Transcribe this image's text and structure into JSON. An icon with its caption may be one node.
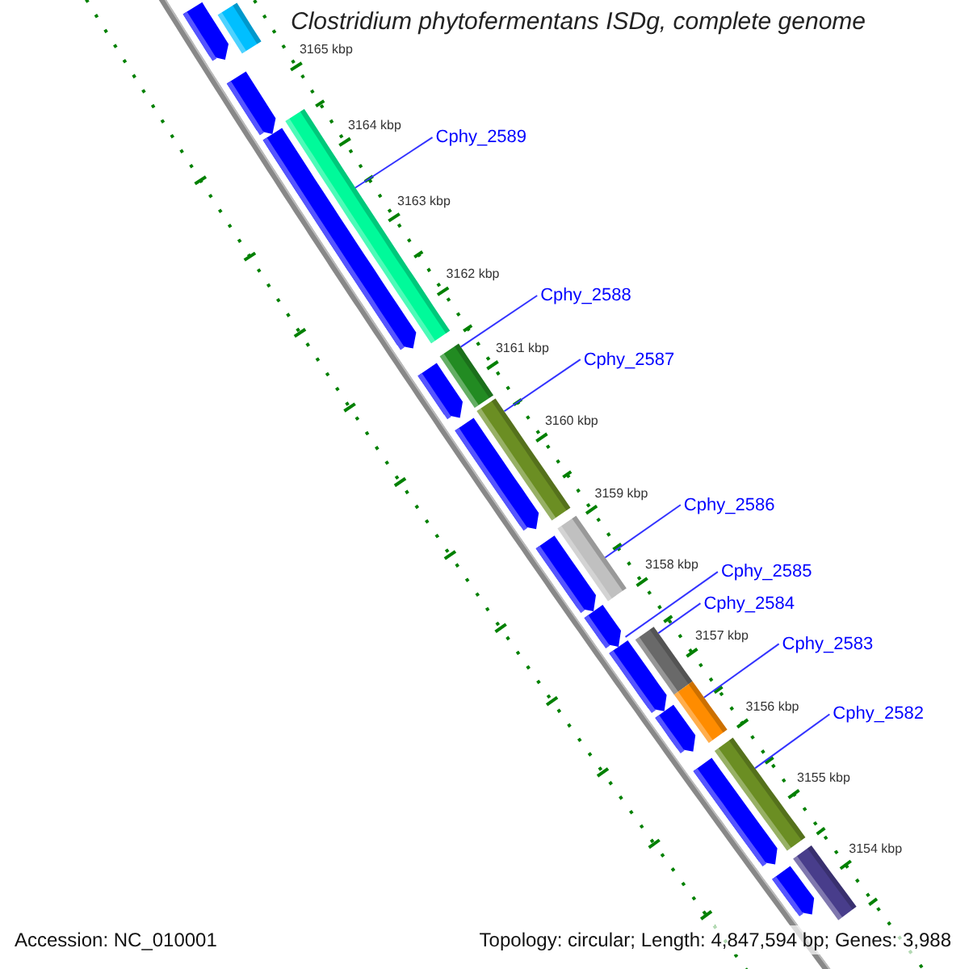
{
  "diagram": {
    "title": "Clostridium phytofermentans ISDg, complete genome",
    "nodes": [
      {
        "text": [
          "Cphy_2589"
        ]
      },
      {
        "text": [
          "Cphy_2588"
        ]
      },
      {
        "text": [
          "Cphy_2587"
        ]
      },
      {
        "text": [
          "Cphy_2586"
        ]
      },
      {
        "text": [
          "Cphy_2585"
        ]
      },
      {
        "text": [
          "Cphy_2584"
        ]
      },
      {
        "text": [
          "Cphy_2583"
        ]
      },
      {
        "text": [
          "Cphy_2582"
        ]
      },
      {
        "text": [],
        "shape": "bar"
      },
      {
        "text": [],
        "shape": "bar"
      },
      {
        "text": [],
        "shape": "bar"
      },
      {
        "text": [],
        "shape": "bar"
      },
      {
        "text": [],
        "shape": "bar"
      },
      {
        "text": [],
        "shape": "bar"
      },
      {
        "text": [],
        "shape": "bar"
      },
      {
        "text": [],
        "shape": "bar"
      },
      {
        "text": [],
        "shape": "bar"
      },
      {
        "text": [],
        "shape": "bar"
      },
      {
        "text": [],
        "shape": "bar"
      },
      {
        "text": [],
        "shape": "bar"
      },
      {
        "text": [],
        "shape": "bar"
      },
      {
        "text": [],
        "shape": "bar"
      },
      {
        "text": [],
        "shape": "bar"
      },
      {
        "text": [],
        "shape": "bar"
      },
      {
        "text": [],
        "shape": "bar"
      },
      {
        "text": [],
        "shape": "bar"
      },
      {
        "text": [],
        "shape": "bar"
      },
      {
        "text": [],
        "shape": "bar"
      }
    ],
    "edges": [
      {
        "from": 0,
        "to": 8,
        "arrow": "none"
      },
      {
        "from": 1,
        "to": 9,
        "arrow": "none"
      },
      {
        "from": 2,
        "to": 10,
        "arrow": "none"
      },
      {
        "from": 3,
        "to": 11,
        "arrow": "none"
      },
      {
        "from": 4,
        "to": 12,
        "arrow": "none"
      },
      {
        "from": 5,
        "to": 13,
        "arrow": "none"
      },
      {
        "from": 6,
        "to": 14,
        "arrow": "none"
      },
      {
        "from": 7,
        "to": 15,
        "arrow": "none"
      }
    ],
    "labels": [
      "3165 kbp",
      "3164 kbp",
      "3163 kbp",
      "3162 kbp",
      "3161 kbp",
      "3160 kbp",
      "3159 kbp",
      "3158 kbp",
      "3157 kbp",
      "3156 kbp",
      "3155 kbp",
      "3154 kbp",
      "Accession: NC_010001",
      "Topology: circular; Length: 4,847,594 bp; Genes: 3,988"
    ]
  }
}
